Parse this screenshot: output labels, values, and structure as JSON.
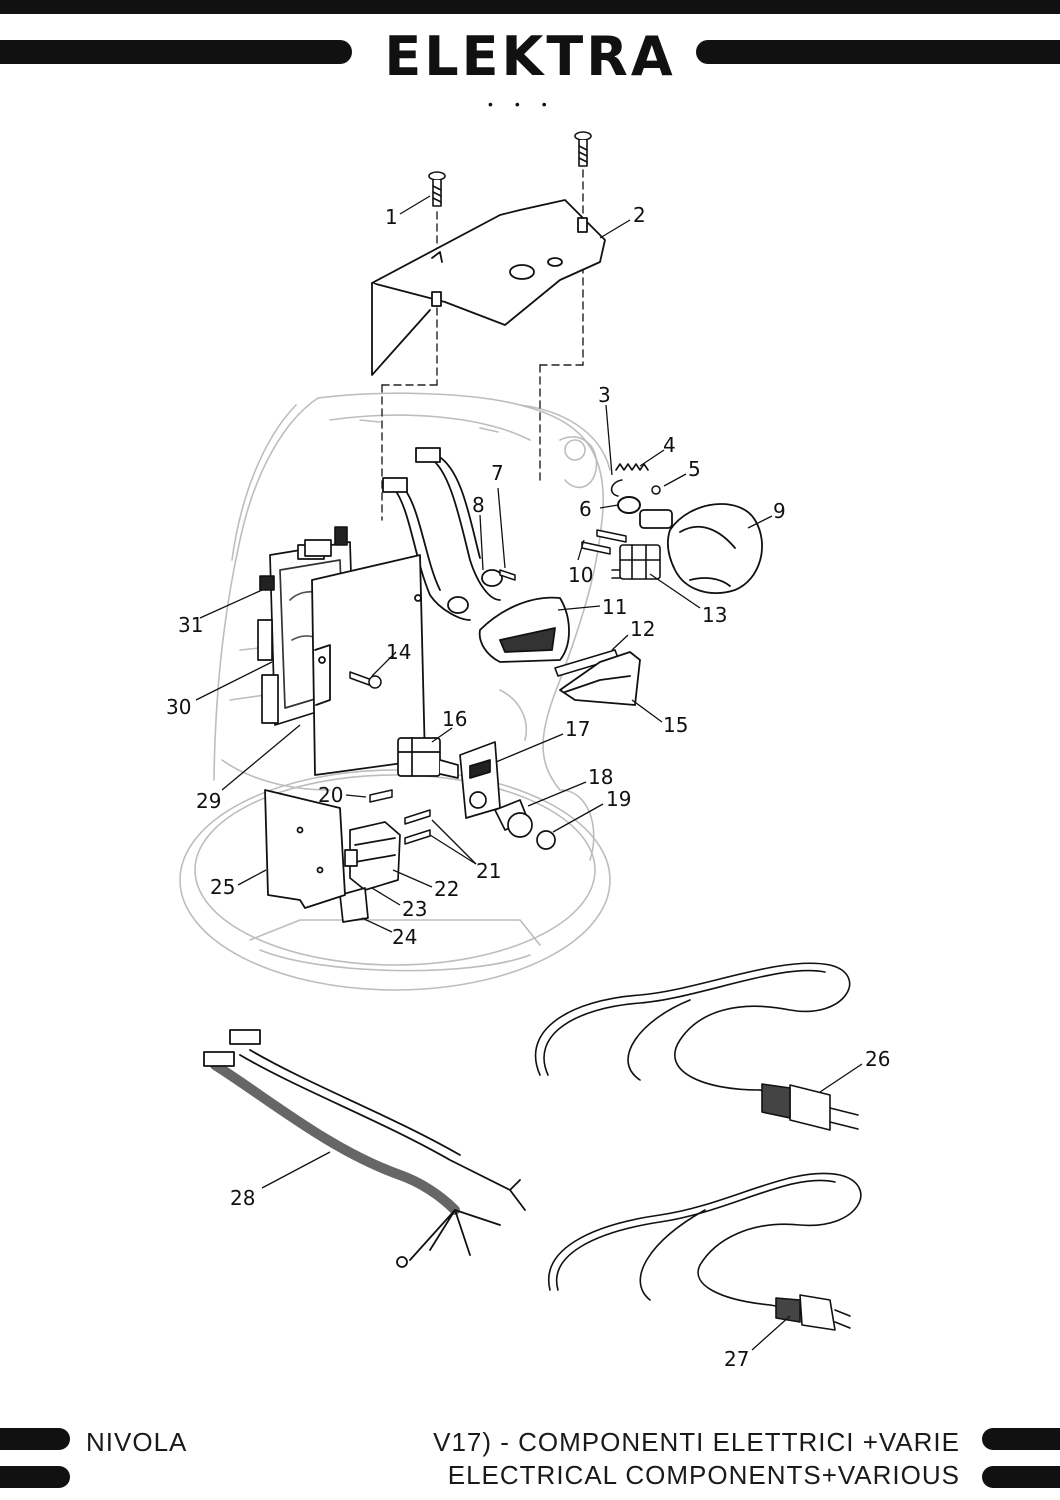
{
  "brand": {
    "name": "ELEKTRA"
  },
  "footer": {
    "model": "NIVOLA",
    "title_it": "V17) - COMPONENTI ELETTRICI +VARIE",
    "title_en": "ELECTRICAL COMPONENTS+VARIOUS"
  },
  "callouts": [
    "1",
    "2",
    "3",
    "4",
    "5",
    "6",
    "7",
    "8",
    "9",
    "10",
    "11",
    "12",
    "13",
    "14",
    "15",
    "16",
    "17",
    "18",
    "19",
    "20",
    "21",
    "22",
    "23",
    "24",
    "25",
    "26",
    "27",
    "28",
    "29",
    "30",
    "31"
  ],
  "colors": {
    "ink": "#111111",
    "ghost": "#b8b8b8"
  }
}
